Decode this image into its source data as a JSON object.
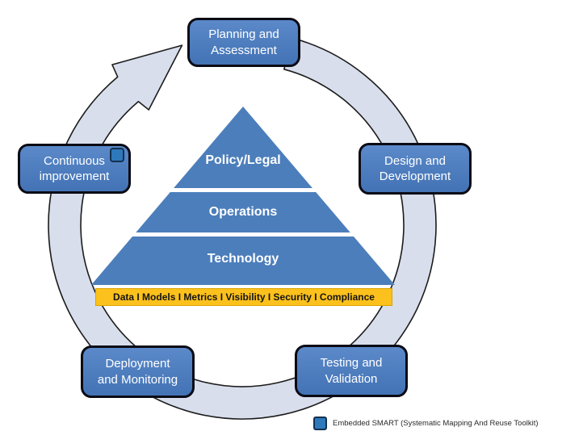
{
  "cycle": {
    "arrow_fill": "#d8deec",
    "arrow_outline": "#1c1c1c",
    "box_fill": "#4b7dc0",
    "box_border": "#0b0b15",
    "stages": [
      {
        "key": "planning",
        "line1": "Planning and",
        "line2": "Assessment"
      },
      {
        "key": "design",
        "line1": "Design and",
        "line2": "Development"
      },
      {
        "key": "testing",
        "line1": "Testing and",
        "line2": "Validation"
      },
      {
        "key": "deployment",
        "line1": "Deployment",
        "line2": "and Monitoring"
      },
      {
        "key": "continuous",
        "line1": "Continuous",
        "line2": "improvement",
        "marker": "embedded-smart"
      }
    ]
  },
  "pyramid": {
    "fill": "#4c7ebb",
    "layers": [
      {
        "label": "Policy/Legal"
      },
      {
        "label": "Operations"
      },
      {
        "label": "Technology"
      }
    ]
  },
  "foundation_bar": {
    "label": "Data I Models I Metrics I Visibility I Security I Compliance",
    "fill": "#fcc11c",
    "text_color": "#141414"
  },
  "legend": {
    "marker_fill": "#2e79bb",
    "marker_border": "#14304f",
    "label": "Embedded SMART (Systematic Mapping And Reuse Toolkit)"
  }
}
